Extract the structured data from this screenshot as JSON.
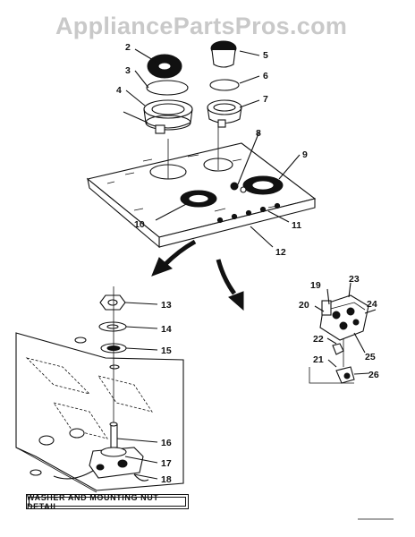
{
  "watermark": "AppliancePartsPros.com",
  "detail_caption": "WASHER AND MOUNTING NUT DETAIL",
  "callouts": [
    "2",
    "3",
    "4",
    "5",
    "6",
    "7",
    "8",
    "9",
    "10",
    "11",
    "12",
    "13",
    "14",
    "15",
    "16",
    "17",
    "18",
    "19",
    "20",
    "21",
    "22",
    "23",
    "24",
    "25",
    "26"
  ]
}
